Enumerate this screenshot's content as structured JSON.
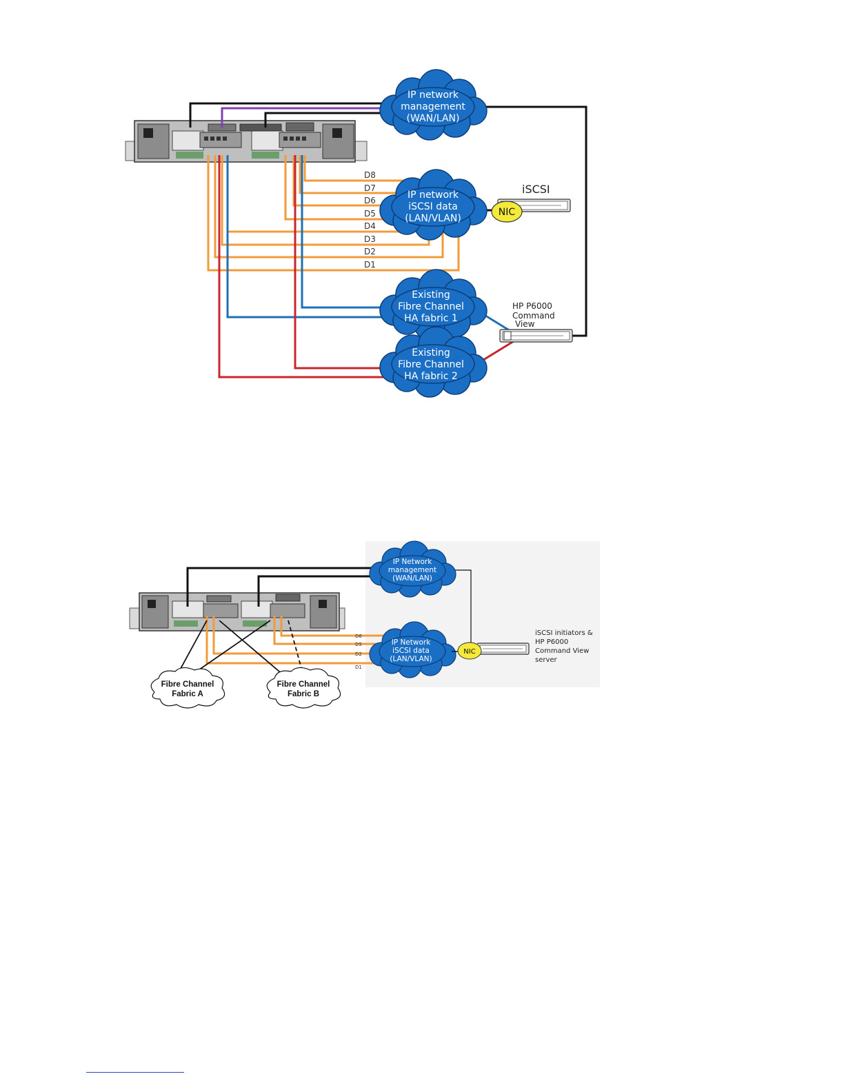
{
  "top_diagram": {
    "clouds": {
      "mgmt": [
        "IP network",
        "management",
        "(WAN/LAN)"
      ],
      "iscsi": [
        "IP network",
        "iSCSI data",
        "(LAN/VLAN)"
      ],
      "fabric1": [
        "Existing",
        "Fibre Channel",
        "HA fabric 1"
      ],
      "fabric2": [
        "Existing",
        "Fibre Channel",
        "HA fabric 2"
      ]
    },
    "d_labels": [
      "D8",
      "D7",
      "D6",
      "D5",
      "D4",
      "D3",
      "D2",
      "D1"
    ],
    "iscsi_label": "iSCSI",
    "nic_label": "NIC",
    "command_view_label": [
      "HP P6000",
      "Command",
      "View"
    ]
  },
  "bottom_diagram": {
    "clouds": {
      "mgmt": [
        "IP Network",
        "management",
        "(WAN/LAN)"
      ],
      "iscsi": [
        "IP Network",
        "iSCSI data",
        "(LAN/VLAN)"
      ]
    },
    "fc_clouds": {
      "a": [
        "Fibre Channel",
        "Fabric A"
      ],
      "b": [
        "Fibre Channel",
        "Fabric B"
      ]
    },
    "d_labels": [
      "D6",
      "D5",
      "D2",
      "D1"
    ],
    "nic_label": "NIC",
    "server_label": [
      "iSCSI initiators &",
      "HP P6000",
      "Command View",
      "server"
    ]
  },
  "colors": {
    "cloud_blue": "#1a6fc4",
    "orange": "#f39a3a",
    "blue_line": "#1f6fb5",
    "red_line": "#c8262e",
    "purple_line": "#8040b0",
    "nic_yellow": "#f5ea3a"
  }
}
